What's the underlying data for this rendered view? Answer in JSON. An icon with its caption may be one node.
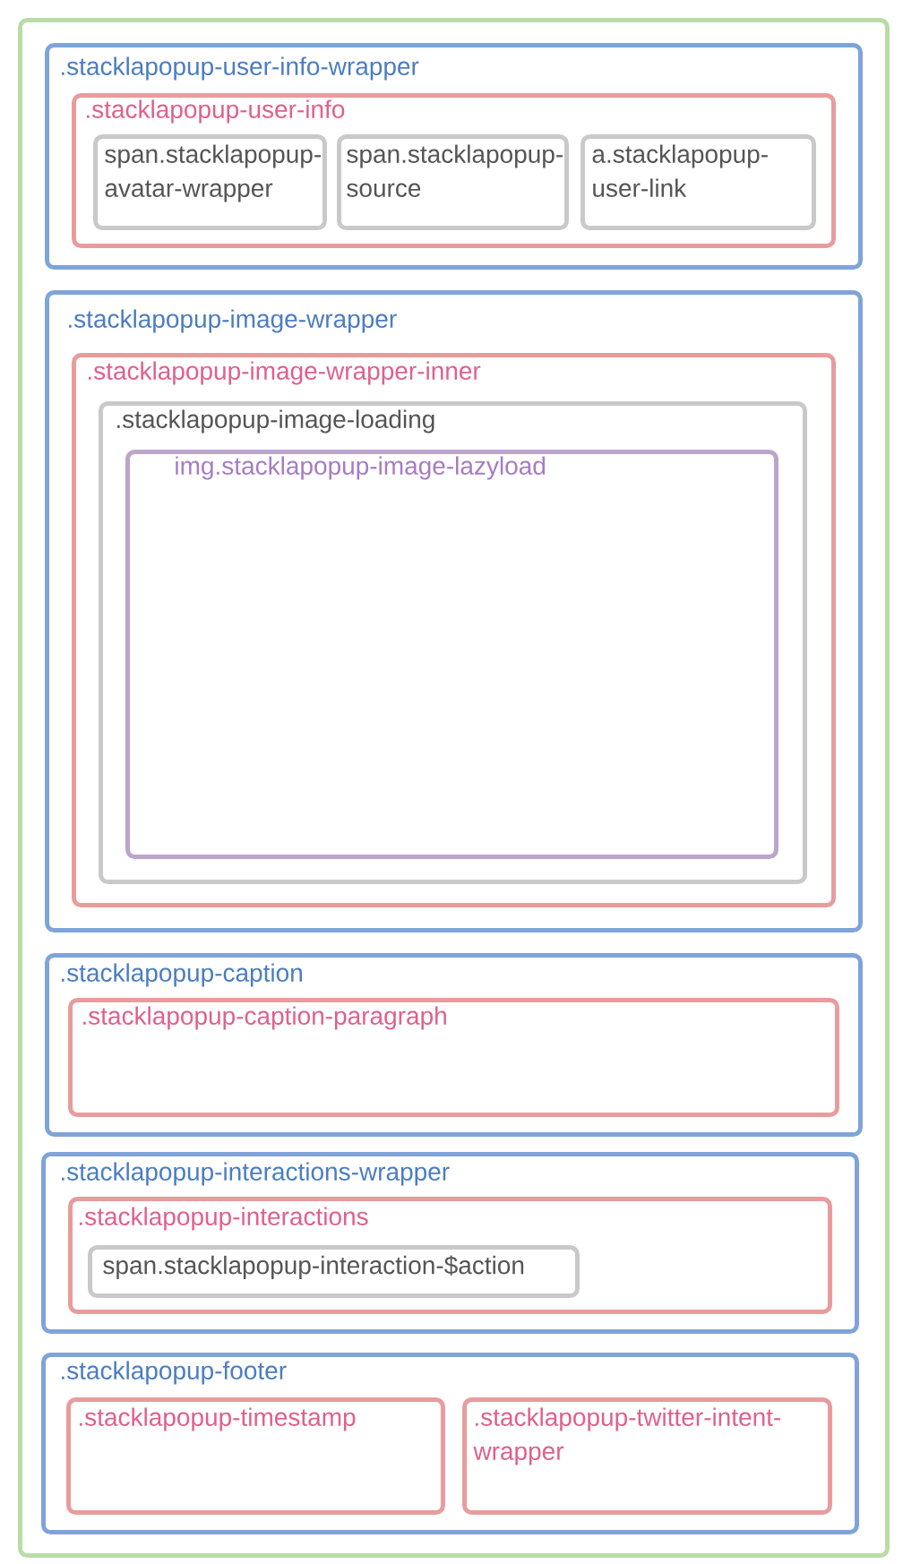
{
  "diagram": {
    "nodes": [
      {
        "text": [],
        "shape": "box"
      },
      {
        "text": [
          ".stacklapopup-user-info-wrapper"
        ],
        "in": 0
      },
      {
        "text": [
          ".stacklapopup-user-info"
        ],
        "in": 1
      },
      {
        "text": [
          "span.stacklapopup-avatar-wrapper"
        ],
        "in": 2
      },
      {
        "text": [
          "span.stacklapopup-source"
        ],
        "in": 2
      },
      {
        "text": [
          "a.stacklapopup-user-link"
        ],
        "in": 2
      },
      {
        "text": [
          ".stacklapopup-image-wrapper"
        ],
        "in": 0
      },
      {
        "text": [
          ".stacklapopup-image-wrapper-inner"
        ],
        "in": 6
      },
      {
        "text": [
          ".stacklapopup-image-loading"
        ],
        "in": 7
      },
      {
        "text": [
          "img.stacklapopup-image-lazyload"
        ],
        "in": 8
      },
      {
        "text": [
          ".stacklapopup-caption"
        ],
        "in": 0
      },
      {
        "text": [
          ".stacklapopup-caption-paragraph"
        ],
        "in": 10
      },
      {
        "text": [
          ".stacklapopup-interactions-wrapper"
        ],
        "in": 0
      },
      {
        "text": [
          ".stacklapopup-interactions"
        ],
        "in": 12
      },
      {
        "text": [
          "span.stacklapopup-interaction-$action"
        ],
        "in": 13
      },
      {
        "text": [
          ".stacklapopup-footer"
        ],
        "in": 0
      },
      {
        "text": [
          ".stacklapopup-timestamp"
        ],
        "in": 15
      },
      {
        "text": [
          ".stacklapopup-twitter-intent-wrapper"
        ],
        "in": 15
      }
    ]
  }
}
